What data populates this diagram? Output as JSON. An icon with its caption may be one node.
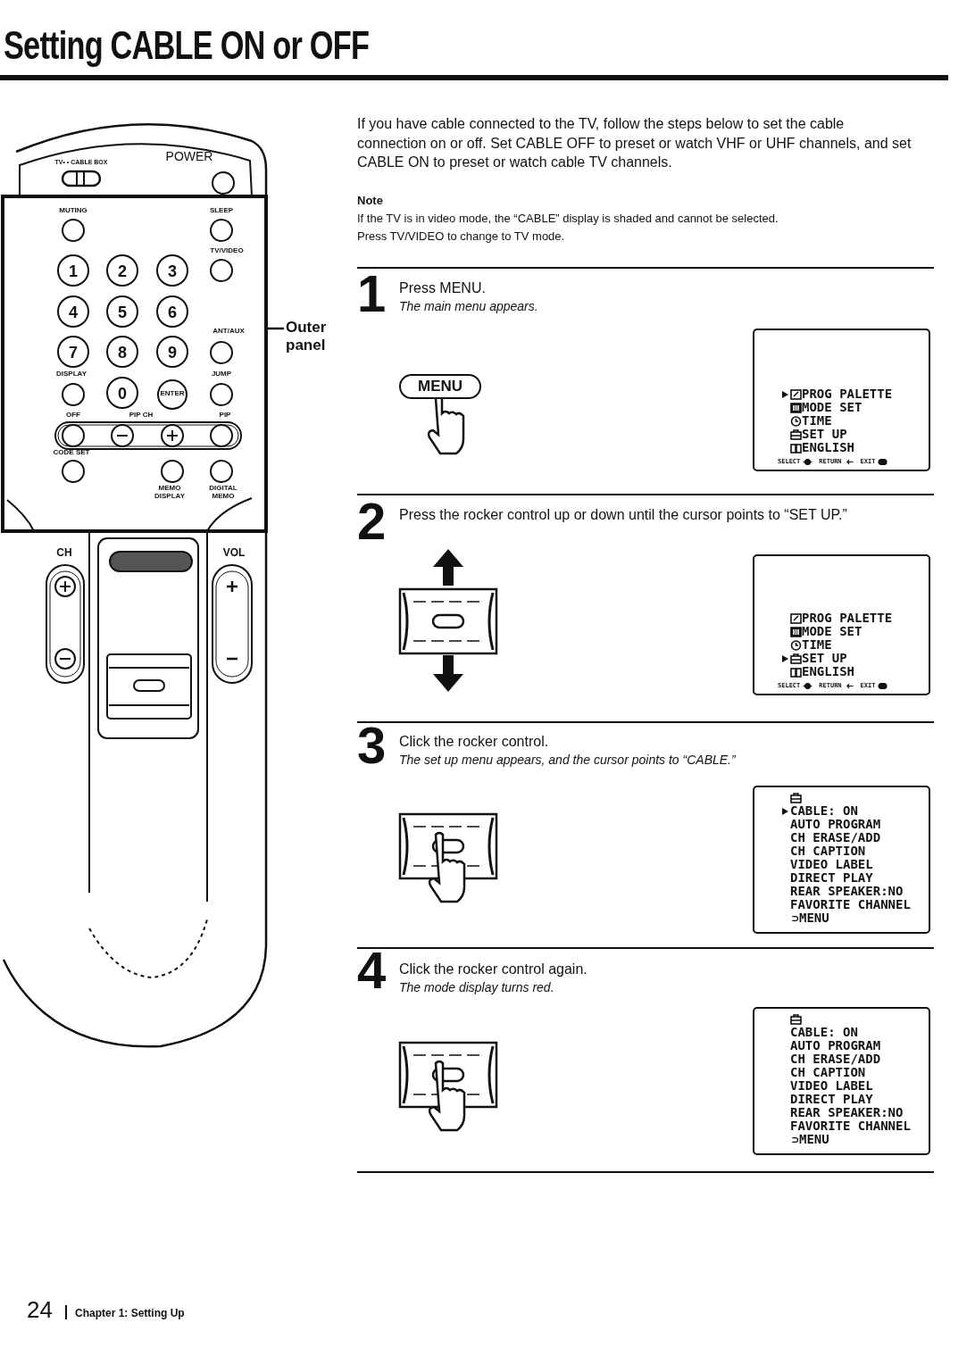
{
  "diagram": {
    "title": "Setting CABLE ON or OFF",
    "nodes": [
      {
        "text": [
          "Outer panel"
        ]
      },
      {
        "text": [],
        "shape": "box"
      },
      {
        "text": [
          "MENU"
        ]
      },
      {
        "text": [
          "PROG PALETTE",
          "MODE SET",
          "TIME",
          "SET UP",
          "ENGLISH",
          "SELECT",
          "RETURN",
          "EXIT"
        ]
      },
      {
        "text": [
          "PROG PALETTE",
          "MODE SET",
          "TIME",
          "SET UP",
          "ENGLISH",
          "SELECT",
          "RETURN",
          "EXIT"
        ]
      },
      {
        "text": [
          "CABLE: ON",
          "AUTO PROGRAM",
          "CH ERASE/ADD",
          "CH CAPTION",
          "VIDEO LABEL",
          "DIRECT PLAY",
          "REAR SPEAKER:NO",
          "FAVORITE CHANNEL",
          "MENU"
        ]
      },
      {
        "text": [
          "CABLE: ON",
          "AUTO PROGRAM",
          "CH ERASE/ADD",
          "CH CAPTION",
          "VIDEO LABEL",
          "DIRECT PLAY",
          "REAR SPEAKER:NO",
          "FAVORITE CHANNEL",
          "MENU"
        ]
      }
    ],
    "edges": [
      {
        "from": 0,
        "to": 1,
        "arrow": "none"
      }
    ],
    "labels": [
      "TV• • CABLE BOX",
      "POWER",
      "MUTING",
      "SLEEP",
      "1",
      "2",
      "3",
      "TV/VIDEO",
      "4",
      "5",
      "6",
      "ANT/AUX",
      "7",
      "8",
      "9",
      "DISPLAY",
      "JUMP",
      "0",
      "ENTER",
      "OFF",
      "PIP CH",
      "PIP",
      "CODE SET",
      "MEMO DISPLAY",
      "DIGITAL MEMO",
      "CH",
      "VOL",
      "If you have cable connected to the TV, follow the steps below to set the cable connection on or off. Set CABLE OFF to preset or watch VHF or UHF channels, and set CABLE ON to preset or watch cable TV channels.",
      "Note",
      "If the TV is in video mode, the “CABLE” display is shaded and cannot be selected.",
      "Press TV/VIDEO to change to TV mode.",
      "1",
      "Press MENU.",
      "The main menu appears.",
      "2",
      "Press the rocker control up or down until the cursor points to “SET UP.”",
      "3",
      "Click the rocker control.",
      "The set up menu appears, and the cursor points to “CABLE.”",
      "4",
      "Click the rocker control again.",
      "The mode display turns red.",
      "24",
      "Chapter 1: Setting Up"
    ]
  }
}
